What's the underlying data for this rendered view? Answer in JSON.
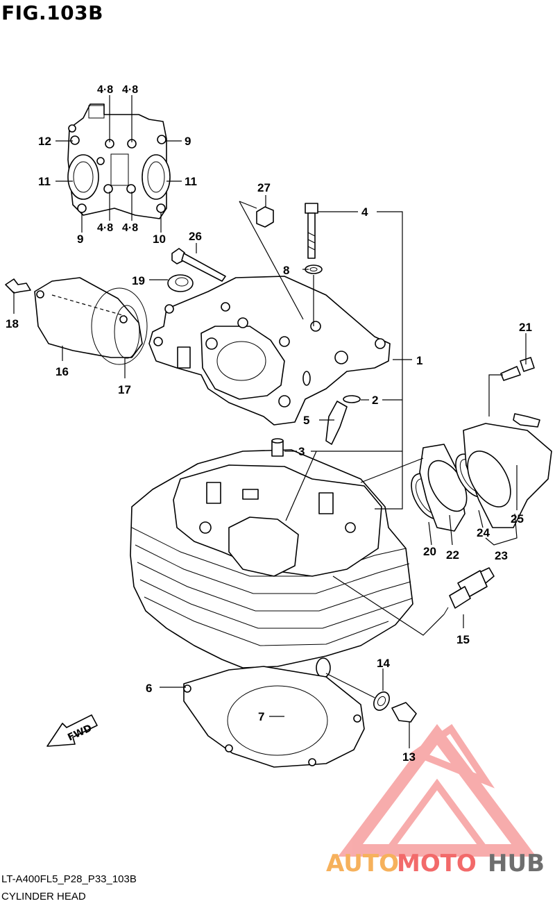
{
  "figure": {
    "title": "FIG.103B",
    "code": "LT-A400FL5_P28_P33_103B",
    "name": "CYLINDER HEAD"
  },
  "callouts": [
    "4·8",
    "4·8",
    "12",
    "9",
    "11",
    "11",
    "9",
    "4·8",
    "4·8",
    "10",
    "27",
    "4",
    "26",
    "8",
    "19",
    "18",
    "16",
    "17",
    "1",
    "21",
    "2",
    "5",
    "3",
    "25",
    "20",
    "22",
    "24",
    "23",
    "15",
    "14",
    "6",
    "7",
    "13"
  ],
  "fwd_label": "FWD",
  "watermark": {
    "auto": "AUTO",
    "moto": "MOTO",
    "hub": "HUB",
    "colors": {
      "auto": "#f6b15c",
      "moto": "#f26a6a",
      "hub": "#6e6e6e"
    }
  }
}
